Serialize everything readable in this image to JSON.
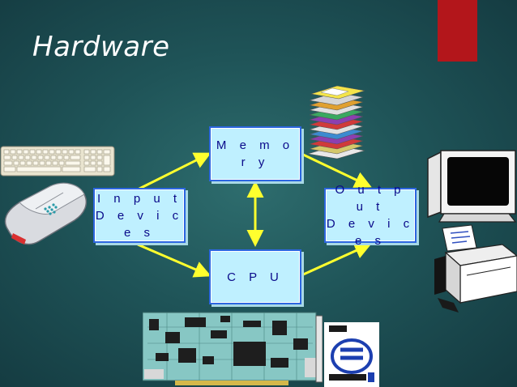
{
  "slide": {
    "title": "Hardware"
  },
  "diagram": {
    "memory": "M e m o r y",
    "cpu": "C P U",
    "input": {
      "line1": "I n p u t",
      "line2": "D e v i c e s"
    },
    "output": {
      "line1": "O u t p u t",
      "line2": "D e v i c e s"
    }
  },
  "colors": {
    "background": "#1f5458",
    "accent": "#b3161b",
    "box_fill": "#bff0ff",
    "box_border": "#2c66e0",
    "arrow": "#ffff2e",
    "box_text": "#0a0a8a"
  },
  "icons": [
    "keyboard-icon",
    "mouse-icon",
    "floppy-disks-icon",
    "monitor-icon",
    "printer-icon",
    "circuit-board-icon",
    "intel-pentium-logo"
  ]
}
